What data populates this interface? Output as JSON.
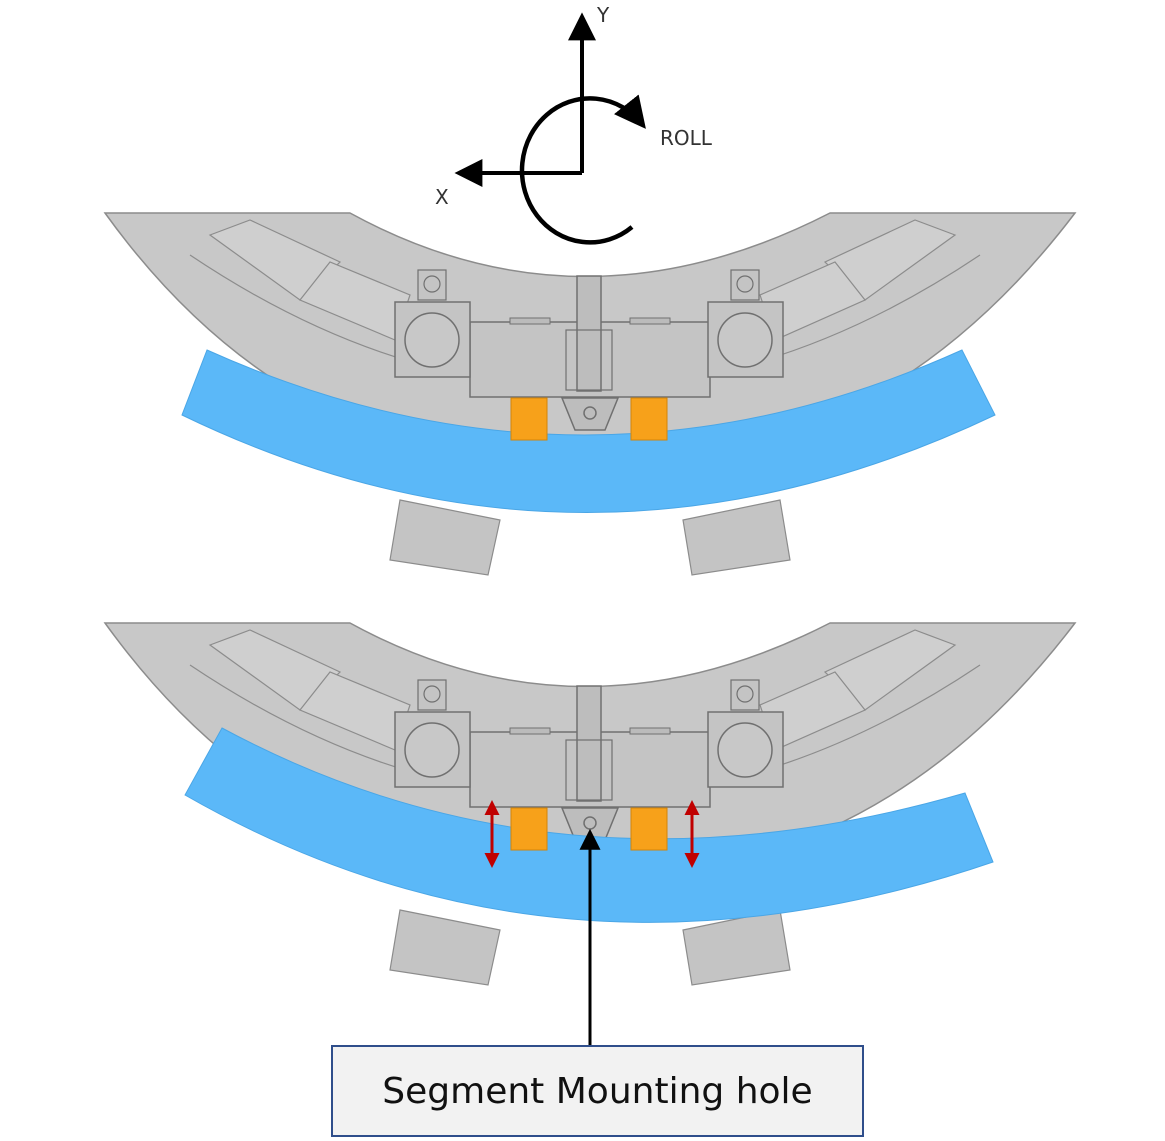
{
  "axes": {
    "y_label": "Y",
    "x_label": "X",
    "roll_label": "ROLL"
  },
  "callout": {
    "label": "Segment Mounting hole"
  },
  "colors": {
    "frame": "#C8C8C8",
    "frame_outline": "#8C8C8C",
    "segment": "#5BB8F8",
    "actuator": "#F7A11A",
    "arrow": "#C00000",
    "callout_border": "#2F4E8B",
    "callout_fill": "#F2F2F2"
  },
  "views": [
    {
      "name": "nominal-position",
      "segment_tilt": "none"
    },
    {
      "name": "rolled-position",
      "segment_tilt": "roll"
    }
  ]
}
